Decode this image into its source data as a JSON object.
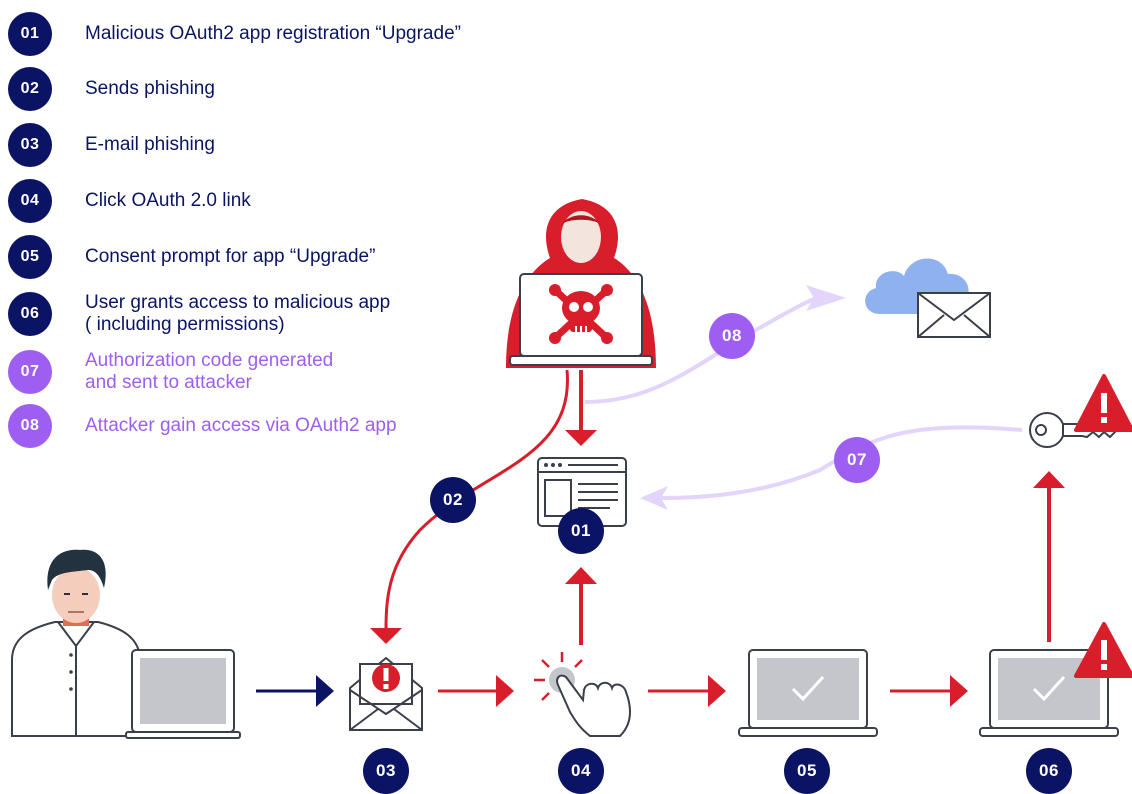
{
  "legend": [
    {
      "num": "01",
      "text": "Malicious OAuth2 app registration “Upgrade”",
      "color": "navy"
    },
    {
      "num": "02",
      "text": "Sends phishing",
      "color": "navy"
    },
    {
      "num": "03",
      "text": "E-mail phishing",
      "color": "navy"
    },
    {
      "num": "04",
      "text": "Click OAuth 2.0 link",
      "color": "navy"
    },
    {
      "num": "05",
      "text": "Consent prompt for app “Upgrade”",
      "color": "navy"
    },
    {
      "num": "06",
      "text": "User grants access to malicious app\n( including permissions)",
      "color": "navy"
    },
    {
      "num": "07",
      "text": "Authorization code generated\nand sent to attacker",
      "color": "purple"
    },
    {
      "num": "08",
      "text": "Attacker gain access via OAuth2 app",
      "color": "purple"
    }
  ],
  "steps": {
    "s01": "01",
    "s02": "02",
    "s03": "03",
    "s04": "04",
    "s05": "05",
    "s06": "06",
    "s07": "07",
    "s08": "08"
  },
  "colors": {
    "navy": "#0b1464",
    "purple": "#9f5ef2",
    "light_purple": "#e3d4fb",
    "red": "#d81e2a",
    "cloud": "#8fb1f0",
    "screen_gray": "#c4c6cc"
  },
  "icons": [
    "hacker-icon",
    "skull-icon",
    "browser-window-icon",
    "cloud-icon",
    "envelope-icon",
    "key-icon",
    "warning-icon",
    "user-icon",
    "laptop-icon",
    "email-alert-icon",
    "hand-click-icon",
    "checkmark-icon"
  ]
}
